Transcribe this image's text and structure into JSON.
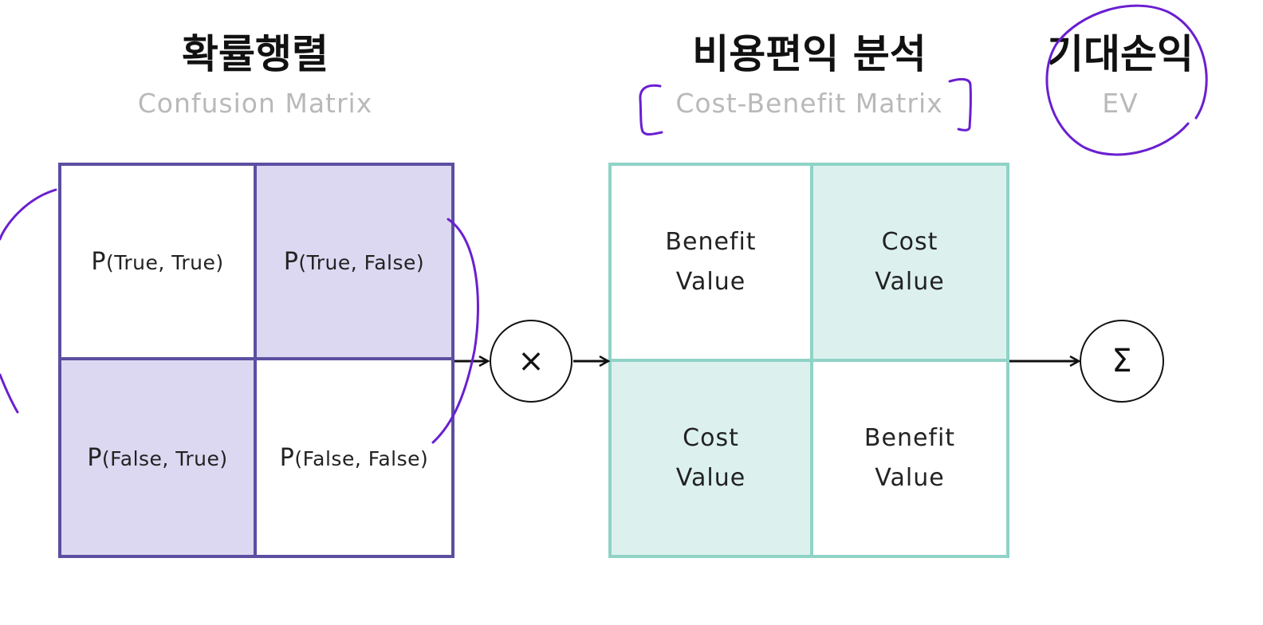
{
  "colors": {
    "confusion_border": "#5a4fa1",
    "confusion_fill": "#dcd8f1",
    "costbenefit_border": "#8fd3c7",
    "costbenefit_fill": "#dcf1ee",
    "annotation_ink": "#6a1fd0",
    "subtitle_gray": "#b9b9b9"
  },
  "confusion": {
    "title": "확률행렬",
    "subtitle": "Confusion Matrix",
    "cells": [
      {
        "p": "P",
        "args": "(True, True)"
      },
      {
        "p": "P",
        "args": "(True, False)"
      },
      {
        "p": "P",
        "args": "(False, True)"
      },
      {
        "p": "P",
        "args": "(False, False)"
      }
    ]
  },
  "cost_benefit": {
    "title": "비용편익 분석",
    "subtitle": "Cost-Benefit Matrix",
    "cells": [
      {
        "line1": "Benefit",
        "line2": "Value"
      },
      {
        "line1": "Cost",
        "line2": "Value"
      },
      {
        "line1": "Cost",
        "line2": "Value"
      },
      {
        "line1": "Benefit",
        "line2": "Value"
      }
    ]
  },
  "expected_value": {
    "title": "기대손익",
    "subtitle": "EV"
  },
  "operators": {
    "multiply": "×",
    "sum": "Σ"
  },
  "icons": [
    "arrow-right-icon",
    "multiply-icon",
    "sigma-icon"
  ]
}
